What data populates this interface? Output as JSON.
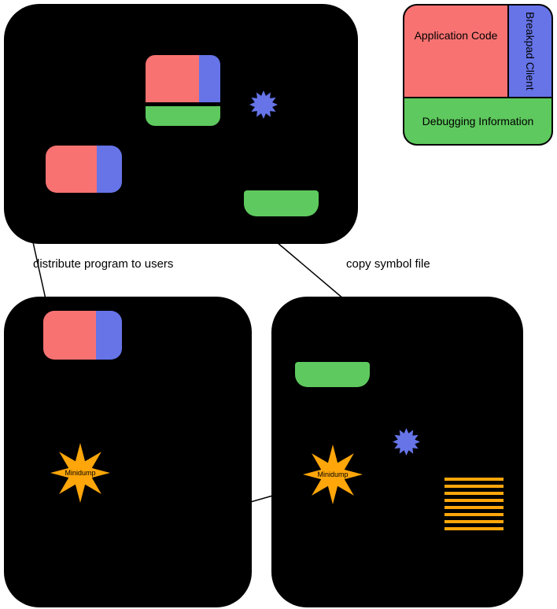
{
  "diagram": {
    "legend": {
      "application_code": "Application Code",
      "breakpad_client": "Breakpad Client",
      "debugging_information": "Debugging Information"
    },
    "edges": {
      "distribute_label": "distribute program to users",
      "copy_symbol_label": "copy symbol file"
    },
    "customer_machine": {
      "minidump_label": "Minidump"
    },
    "collector_machine": {
      "minidump_label": "Minidump"
    },
    "icons": {
      "crash": "starburst-icon",
      "minidump": "minidump-star-icon",
      "stack_trace": "stack-trace-lines-icon"
    }
  },
  "colors": {
    "red": "#f97272",
    "blue": "#6674e8",
    "green": "#5ec95e",
    "orange": "#ffa60a",
    "box": "#000000"
  }
}
